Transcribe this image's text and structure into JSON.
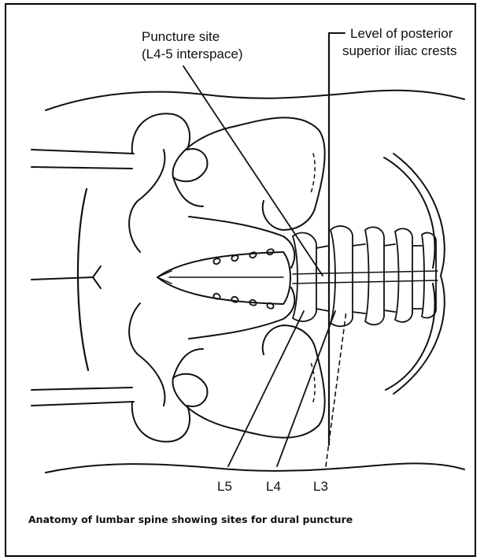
{
  "labels": {
    "puncture_site_line1": "Puncture site",
    "puncture_site_line2": "(L4-5 interspace)",
    "iliac_line1": "Level of posterior",
    "iliac_line2": "superior iliac crests",
    "l5": "L5",
    "l4": "L4",
    "l3": "L3"
  },
  "caption": "Anatomy of lumbar spine showing sites for dural puncture",
  "colors": {
    "ink": "#111111",
    "background": "#ffffff"
  }
}
